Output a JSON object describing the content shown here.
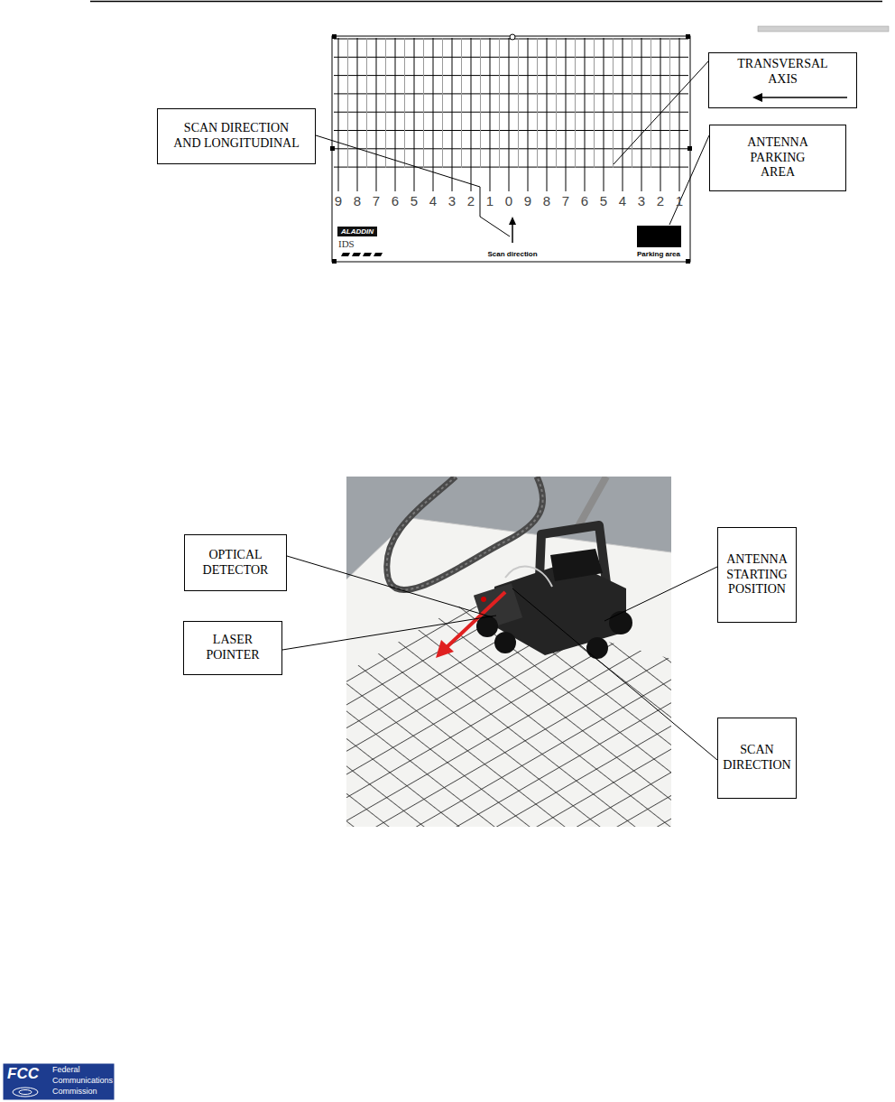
{
  "diagram": {
    "nodes": [
      {
        "text": [
          "TRANSVERSAL AXIS"
        ]
      },
      {
        "text": [
          "SCAN DIRECTION AND LONGITUDINAL"
        ]
      },
      {
        "text": [
          "ANTENNA PARKING AREA"
        ]
      },
      {
        "text": [
          "ANTENNA STARTING POSITION"
        ]
      },
      {
        "text": [
          "OPTICAL DETECTOR"
        ]
      },
      {
        "text": [
          "LASER POINTER"
        ]
      },
      {
        "text": [
          "SCAN DIRECTION"
        ]
      }
    ],
    "labels": [
      "9",
      "8",
      "7",
      "6",
      "5",
      "4",
      "3",
      "2",
      "1",
      "0",
      "9",
      "8",
      "7",
      "6",
      "5",
      "4",
      "3",
      "2",
      "1",
      "ALADDIN",
      "IDS",
      "Scan direction",
      "Parking area",
      "FCC",
      "Federal",
      "Communications",
      "Commission"
    ]
  }
}
